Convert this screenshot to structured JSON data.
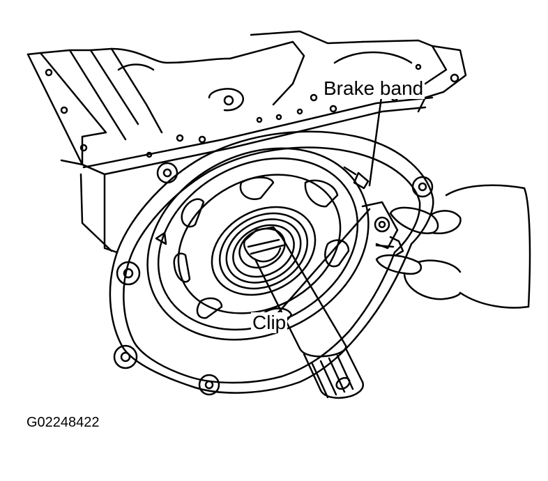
{
  "labels": {
    "brake_band": "Brake band",
    "clip": "Clip"
  },
  "figure_id": "G02248422",
  "colors": {
    "ink": "#000000",
    "paper": "#ffffff"
  }
}
